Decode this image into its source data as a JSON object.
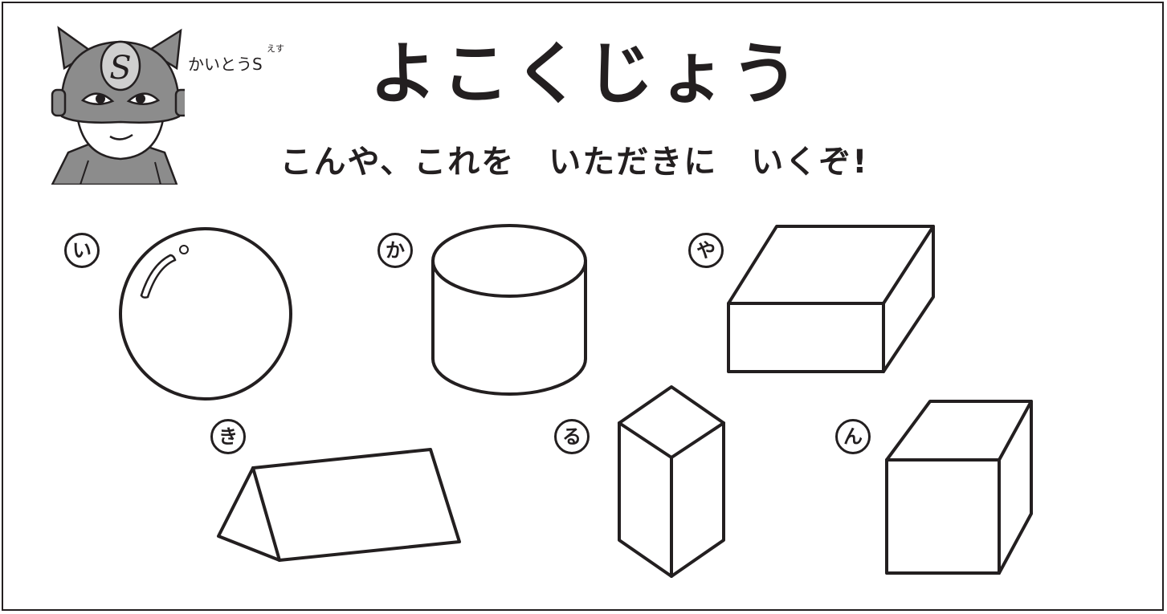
{
  "worksheet": {
    "title": "よこくじょう",
    "subtitle": "こんや、これを　いただきに　いくぞ!",
    "character": {
      "name": "かいとうS",
      "ruby": "えす",
      "mask_letter": "S"
    }
  },
  "shapes": [
    {
      "label": "い",
      "shape": "sphere"
    },
    {
      "label": "か",
      "shape": "cylinder"
    },
    {
      "label": "や",
      "shape": "rectangular-box"
    },
    {
      "label": "き",
      "shape": "triangular-prism"
    },
    {
      "label": "る",
      "shape": "square-prism"
    },
    {
      "label": "ん",
      "shape": "cube"
    }
  ],
  "colors": {
    "ink": "#231f20",
    "mask_gray": "#8c8c8c",
    "background": "#ffffff"
  }
}
